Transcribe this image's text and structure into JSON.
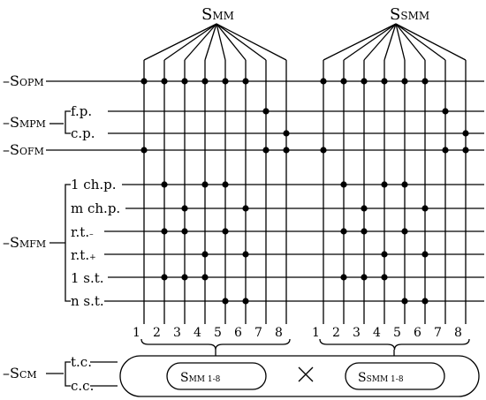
{
  "groups": [
    {
      "id": "smm",
      "label_main": "S",
      "label_sub": "MM"
    },
    {
      "id": "ssmm",
      "label_main": "S",
      "label_sub": "SMM"
    }
  ],
  "column_numbers": [
    "1",
    "2",
    "3",
    "4",
    "5",
    "6",
    "7",
    "8"
  ],
  "signals": {
    "sopm": {
      "main": "–S",
      "sub": "OPM"
    },
    "smpm": {
      "main": "–S",
      "sub": "MPM"
    },
    "sofm": {
      "main": "–S",
      "sub": "OFM"
    },
    "smfm": {
      "main": "–S",
      "sub": "MFM"
    },
    "scm": {
      "main": "–S",
      "sub": "CM"
    }
  },
  "rows": {
    "fp": "f.p.",
    "cp": "c.p.",
    "ch1": "1 ch.p.",
    "chm": "m ch.p.",
    "rtm": "r.t.",
    "rtm_sub": "–",
    "rtp": "r.t.",
    "rtp_sub": "+",
    "st1": "1 s.t.",
    "stn": "n s.t.",
    "tc": "t.c.",
    "cc": "c.c."
  },
  "bottom": {
    "left_main": "S",
    "left_sub": "MM 1-8",
    "times": "×",
    "right_main": "S",
    "right_sub": "SMM 1-8"
  }
}
